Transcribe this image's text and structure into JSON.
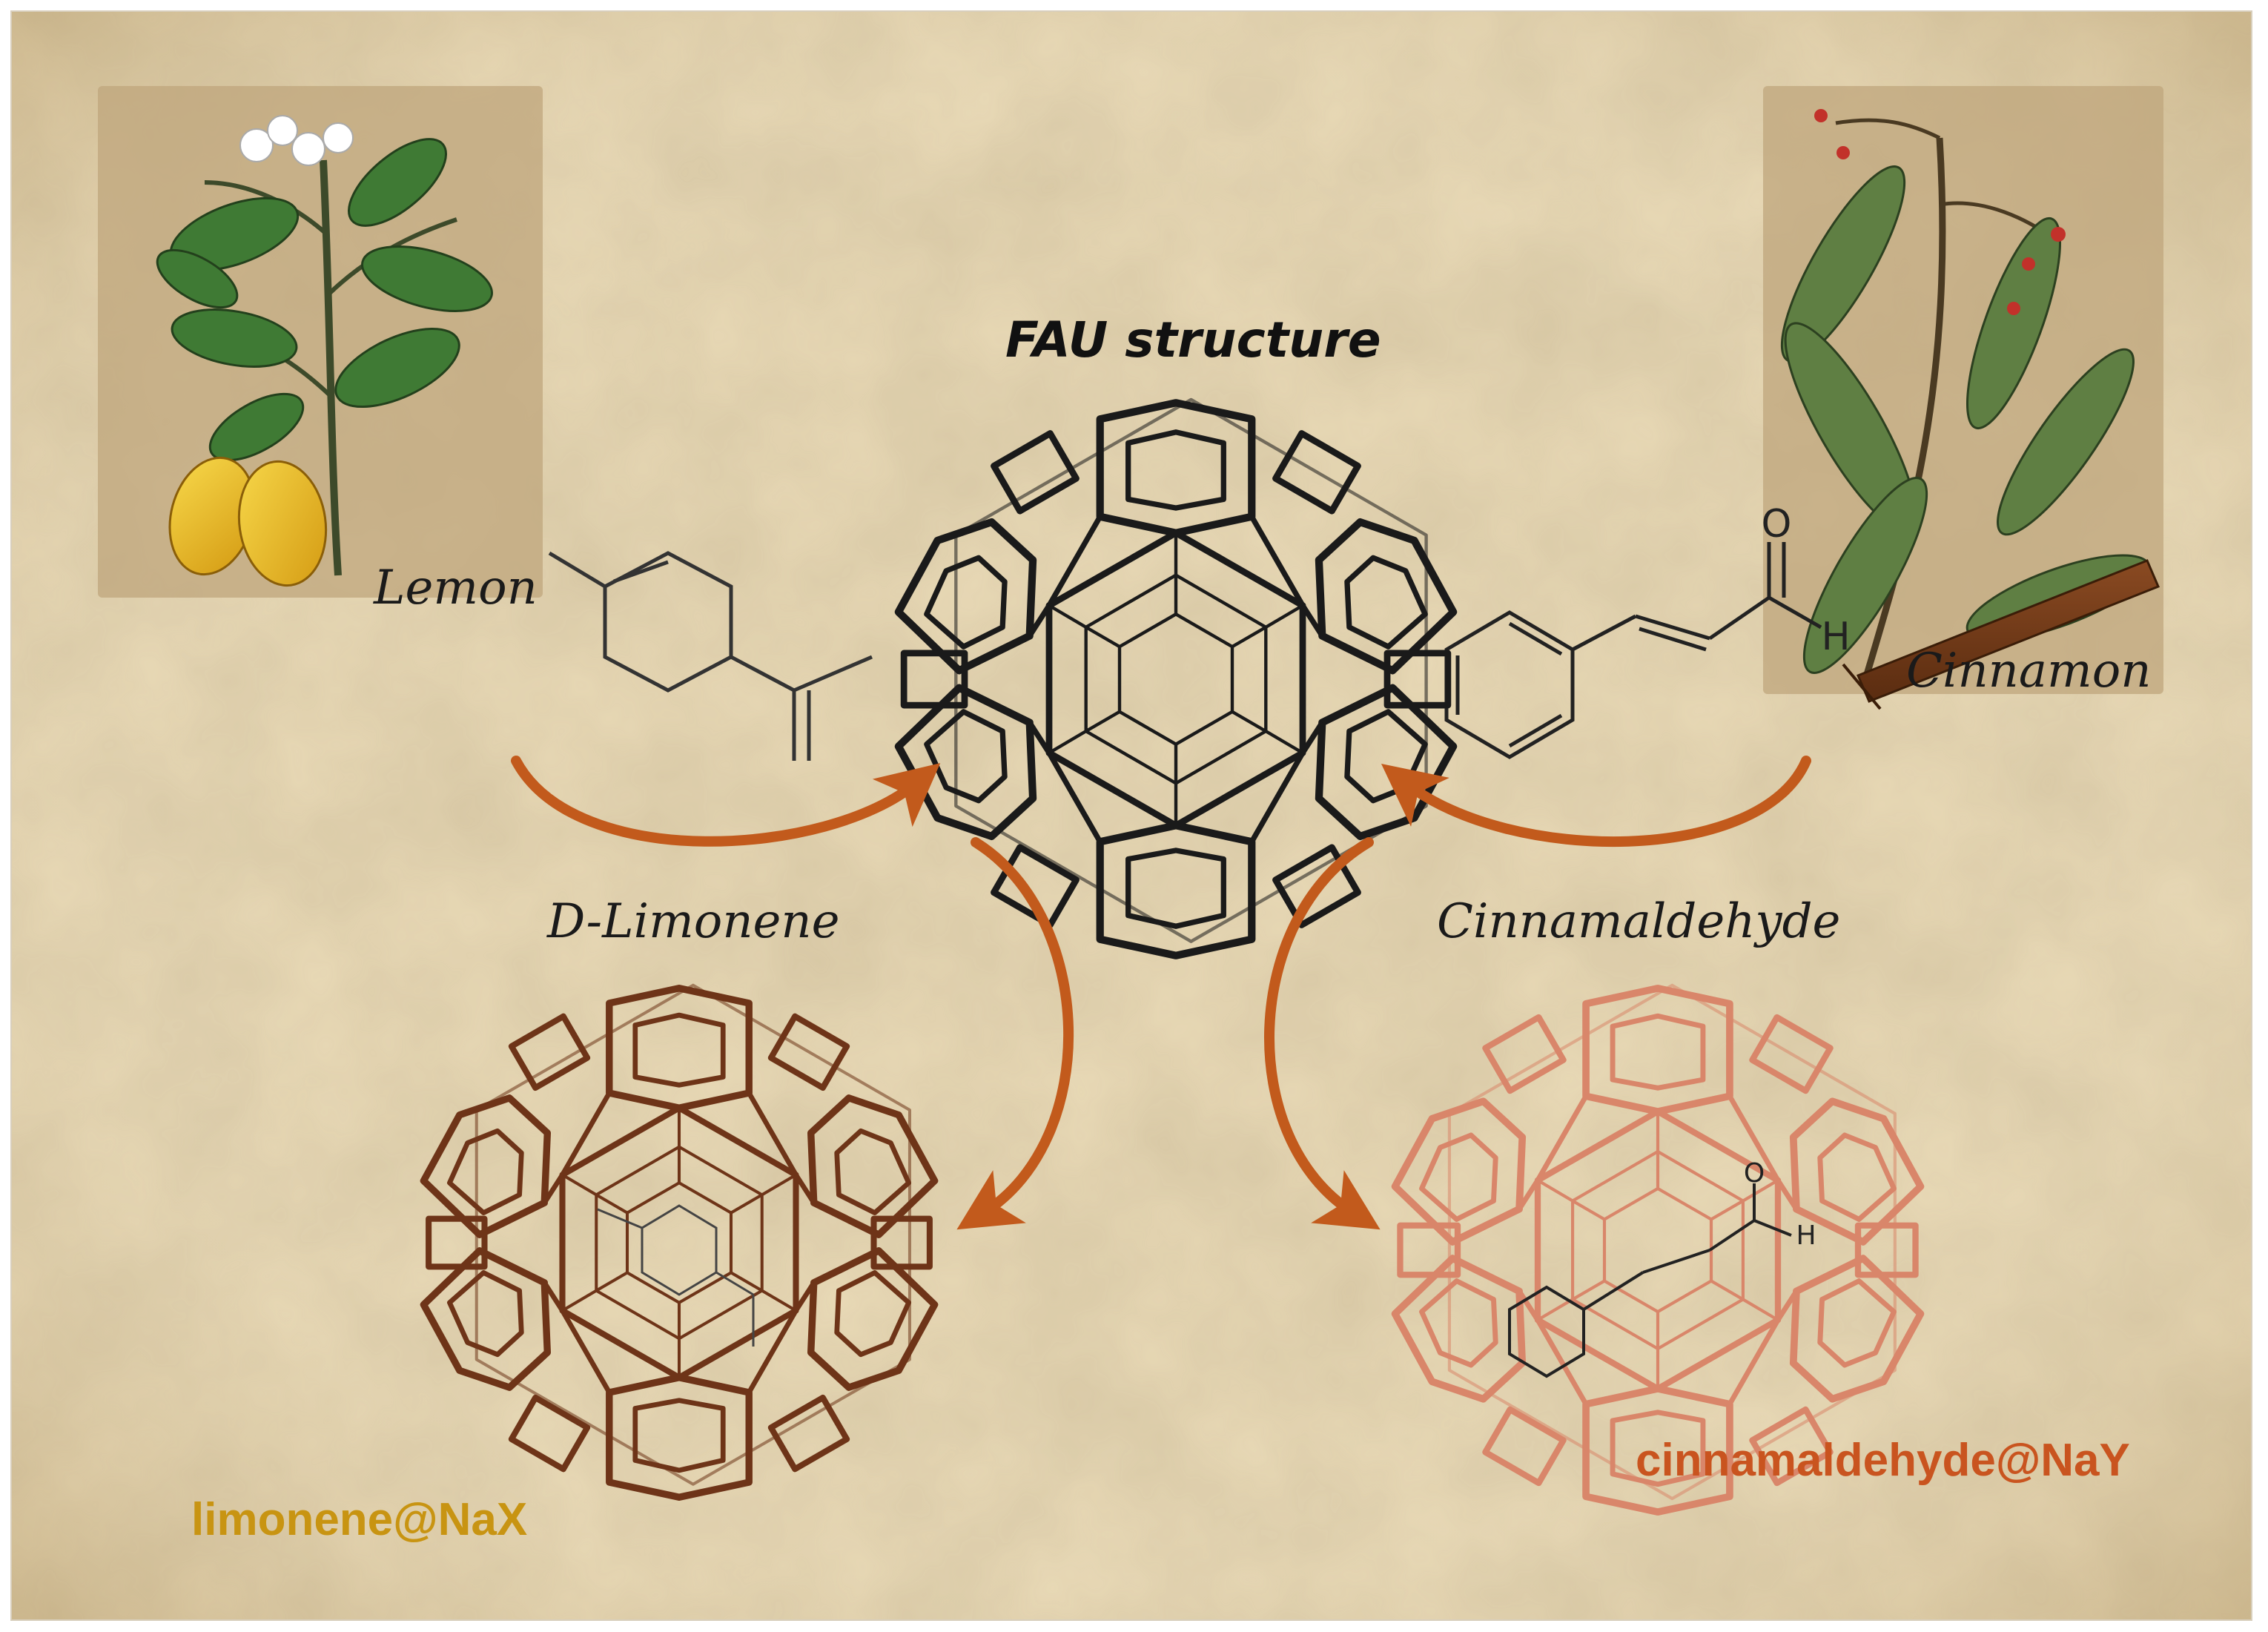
{
  "title": "FAU structure",
  "plants": {
    "lemon": "Lemon",
    "cinnamon": "Cinnamon"
  },
  "molecules": {
    "limonene": "D-Limonene",
    "cinnamaldehyde": "Cinnamaldehyde",
    "oxygen_label": "O",
    "hydrogen_label": "H"
  },
  "products": {
    "left": "limonene@NaX",
    "right": "cinnamaldehyde@NaY"
  },
  "colors": {
    "parchment": "#e8d9b5",
    "arrow": "#c25a1c",
    "zeolite_main": "#1a1a1a",
    "zeolite_left": "#6e3418",
    "zeolite_right": "#d9866a",
    "label_left": "#c89412",
    "label_right": "#c9541f"
  }
}
